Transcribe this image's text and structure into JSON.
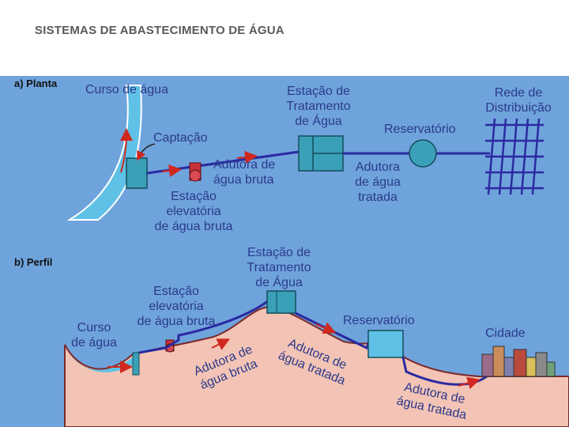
{
  "title": "SISTEMAS DE ABASTECIMENTO DE ÁGUA",
  "plan": {
    "heading": "a) Planta",
    "river": "Curso de água",
    "intake": "Captação",
    "pump_station_l1": "Estação",
    "pump_station_l2": "elevatória",
    "pump_station_l3": "de água bruta",
    "raw_main_l1": "Adutora de",
    "raw_main_l2": "água bruta",
    "treatment_l1": "Estação de",
    "treatment_l2": "Tratamento",
    "treatment_l3": "de Água",
    "treated_main_l1": "Adutora",
    "treated_main_l2": "de água",
    "treated_main_l3": "tratada",
    "reservoir": "Reservatório",
    "network_l1": "Rede de",
    "network_l2": "Distribuição"
  },
  "profile": {
    "heading": "b) Perfil",
    "treatment_l1": "Estação de",
    "treatment_l2": "Tratamento",
    "treatment_l3": "de Água",
    "pump_l1": "Estação",
    "pump_l2": "elevatória",
    "pump_l3": "de água bruta",
    "river_l1": "Curso",
    "river_l2": "de água",
    "reservoir": "Reservatório",
    "city": "Cidade",
    "raw_main_l1": "Adutora de",
    "raw_main_l2": "água bruta",
    "treated_main_a_l1": "Adutora de",
    "treated_main_a_l2": "água tratada",
    "treated_main_b_l1": "Adutora de",
    "treated_main_b_l2": "água tratada"
  },
  "colors": {
    "panel": "#6fa3dc",
    "water": "#5fc1e6",
    "ground": "#f3c4b5",
    "ground_edge": "#7a2a2a",
    "pipe": "#2a2aa0",
    "arrow": "#d0281f",
    "tank": "#3aa0b8"
  }
}
